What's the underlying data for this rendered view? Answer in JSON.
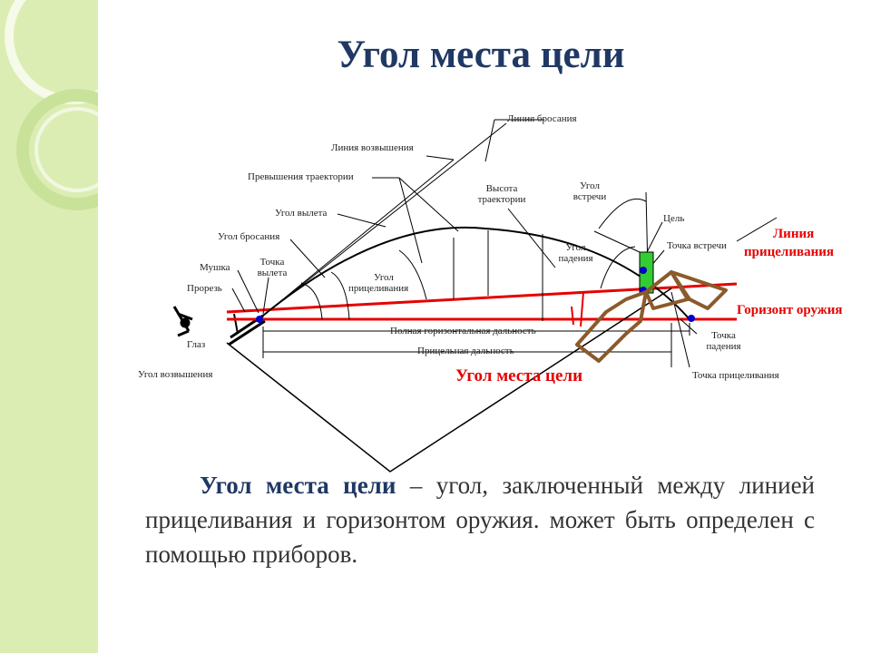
{
  "slide": {
    "title": "Угол места цели",
    "definition": {
      "term": "Угол места цели",
      "text": " – угол, заключенный между линией прицеливания и горизонтом оружия. может быть определен с помощью приборов."
    }
  },
  "diagram": {
    "labels": {
      "throw_line": "Линия бросания",
      "elevation_line": "Линия возвышения",
      "trajectory_excess": "Превышения траектории",
      "departure_angle": "Угол вылета",
      "throw_angle": "Угол бросания",
      "front_sight": "Мушка",
      "departure_point_1": "Точка",
      "departure_point_2": "вылета",
      "rear_sight": "Прорезь",
      "eye": "Глаз",
      "elevation_angle": "Угол возвышения",
      "aiming_angle_1": "Угол",
      "aiming_angle_2": "прицеливания",
      "trajectory_height_1": "Высота",
      "trajectory_height_2": "траектории",
      "meeting_angle_1": "Угол",
      "meeting_angle_2": "встречи",
      "target": "Цель",
      "fall_angle_1": "Угол",
      "fall_angle_2": "падения",
      "meeting_point": "Точка встречи",
      "full_range": "Полная горизонтальная дальность",
      "aiming_range": "Прицельная дальность",
      "fall_point_1": "Точка",
      "fall_point_2": "падения",
      "aiming_point": "Точка прицеливания"
    },
    "red_labels": {
      "aiming_line_1": "Линия",
      "aiming_line_2": "прицеливания",
      "weapon_horizon": "Горизонт оружия",
      "target_elevation_angle": "Угол места цели"
    },
    "colors": {
      "title": "#1f3864",
      "red": "#e60000",
      "brown": "#8b5a2b",
      "target_green": "#33cc33",
      "point_blue": "#0000cc"
    }
  }
}
